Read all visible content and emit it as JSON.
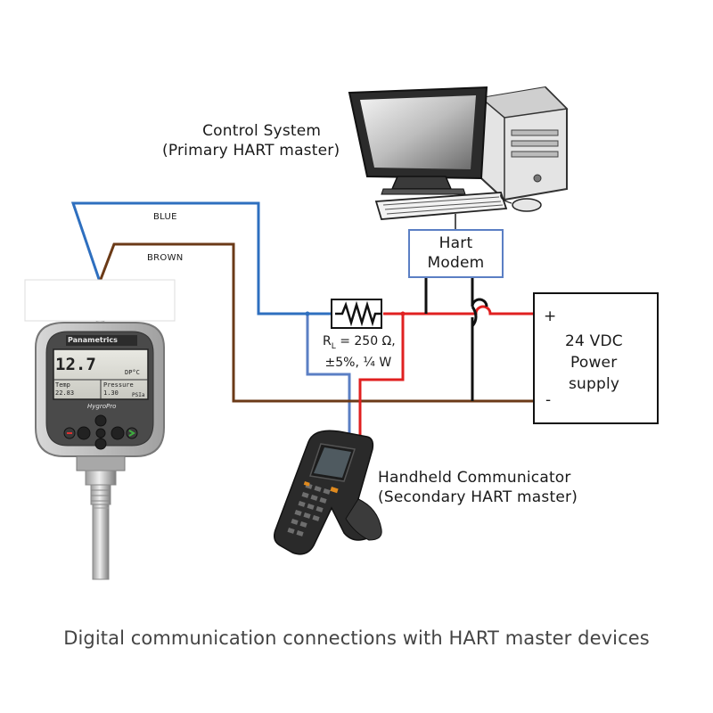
{
  "labels": {
    "control_system_line1": "Control System",
    "control_system_line2": "(Primary HART master)",
    "hart_modem_line1": "Hart",
    "hart_modem_line2": "Modem",
    "wire_blue": "BLUE",
    "wire_brown": "BROWN",
    "resistor_r": "R",
    "resistor_sub": "L",
    "resistor_value": " = 250 Ω,",
    "resistor_tolerance": "±5%, ¼ W",
    "power_line1": "24 VDC",
    "power_line2": "Power",
    "power_line3": "supply",
    "power_plus": "+",
    "power_minus": "-",
    "handheld_line1": "Handheld Communicator",
    "handheld_line2": "(Secondary HART master)",
    "caption": "Digital communication connections with HART master devices"
  },
  "transmitter": {
    "brand": "Panametrics",
    "model": "HygroPro",
    "reading": "12.7",
    "unit": "DP°C",
    "cell_left_title": "Temp",
    "cell_left_value": "22.83",
    "cell_right_title": "Pressure",
    "cell_right_value": "1.30",
    "cell_right_unit": "PSIa"
  },
  "colors": {
    "blue_wire": "#2e6fbf",
    "brown_wire": "#6b3a17",
    "red_wire": "#e02020",
    "black_wire": "#111111",
    "modem_border": "#5b7fc4"
  }
}
